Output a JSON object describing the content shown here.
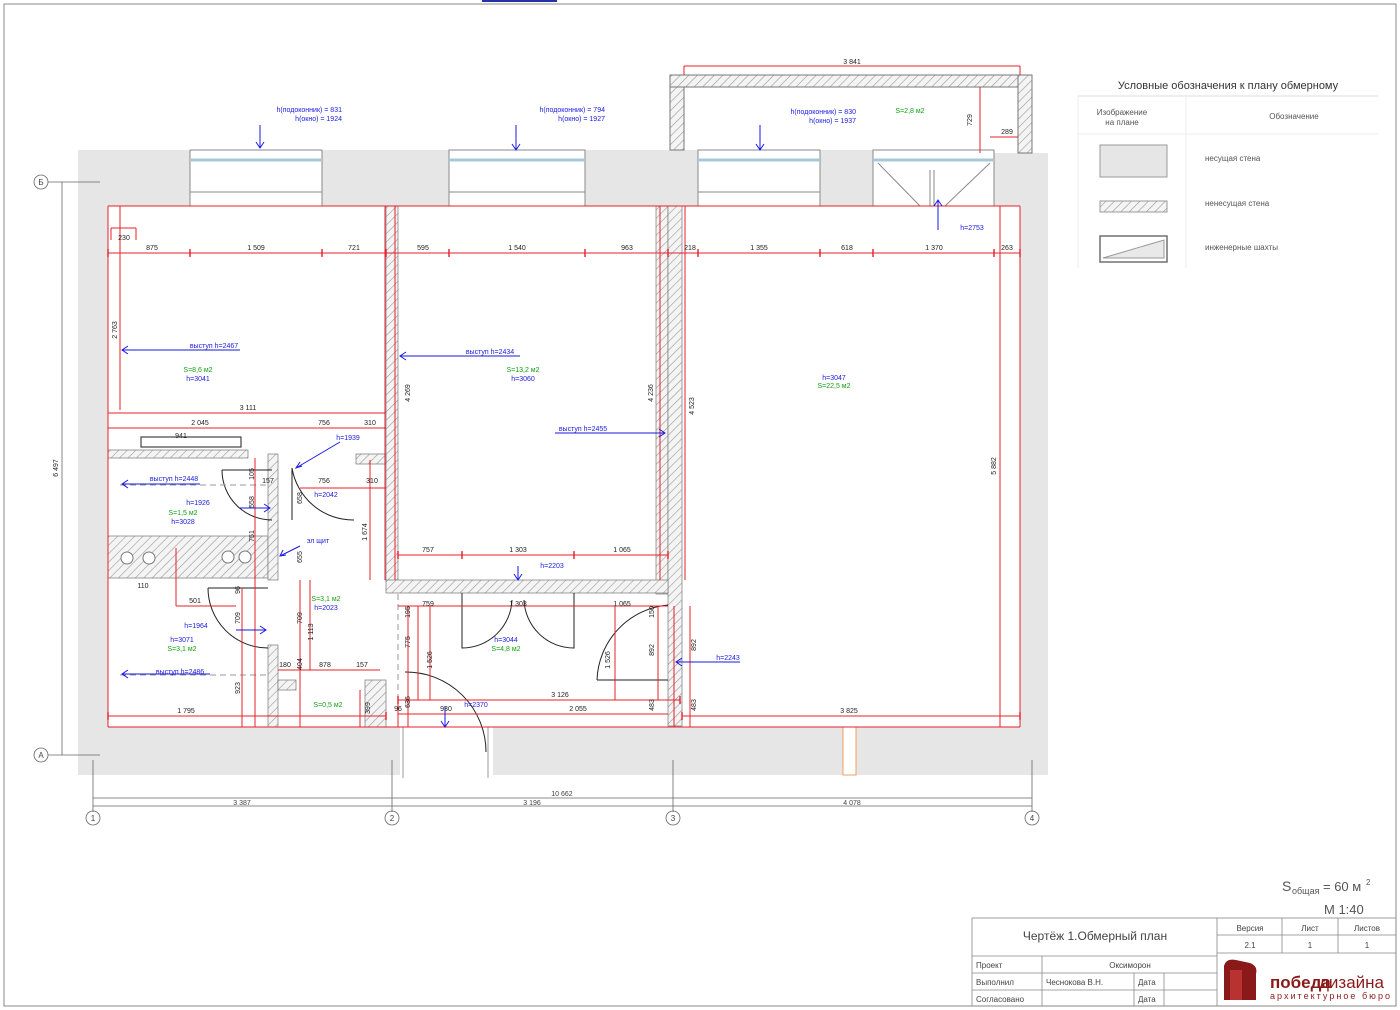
{
  "plan": {
    "top_dimensions": [
      "875",
      "1 509",
      "721",
      "595",
      "1 540",
      "963",
      "218",
      "1 355",
      "618",
      "1 370",
      "263"
    ],
    "balcony": {
      "width": "3 841",
      "depth": "729",
      "side": "289",
      "area": "S=2,8 м2",
      "height": "h=2753"
    },
    "windows": [
      {
        "sill": "h(подоконник) = 831",
        "window": "h(окно) = 1924"
      },
      {
        "sill": "h(подоконник) = 794",
        "window": "h(окно) = 1927"
      },
      {
        "sill": "h(подоконник) = 830",
        "window": "h(окно) = 1937"
      }
    ],
    "rooms": [
      {
        "area": "S=8,6 м2",
        "height": "h=3041"
      },
      {
        "area": "S=13,2 м2",
        "height": "h=3060"
      },
      {
        "area": "S=22,5 м2",
        "height": "h=3047"
      },
      {
        "area": "S=1,5 м2",
        "height": "h=3028"
      },
      {
        "area": "S=3,1 м2",
        "height": "h=3071"
      },
      {
        "area": "S=3,1 м2",
        "height": "h=2023"
      },
      {
        "area": "S=4,8 м2",
        "height": "h=3044"
      },
      {
        "area": "S=0,5 м2",
        "height": ""
      }
    ],
    "ledges": [
      "выступ h=2467",
      "выступ h=2434",
      "выступ h=2455",
      "выступ h=2448",
      "выступ h=2486"
    ],
    "heights": [
      "h=1939",
      "h=2042",
      "h=1926",
      "h=1964",
      "h=2203",
      "h=2243",
      "h=2370"
    ],
    "electrical_panel": "эл щит",
    "inner_dimensions": {
      "d3111": "3 111",
      "d2045": "2 045",
      "d756a": "756",
      "d310a": "310",
      "d941": "941",
      "d157a": "157",
      "d756b": "756",
      "d310b": "310",
      "d230": "230",
      "d2763": "2 763",
      "d4269": "4 269",
      "d4236": "4 236",
      "d4523": "4 523",
      "d5882": "5 882",
      "d757": "757",
      "d1303a": "1 303",
      "d1065a": "1 065",
      "d759": "759",
      "d1303b": "1 303",
      "d1065b": "1 065",
      "d501": "501",
      "d110": "110",
      "d3126": "3 126",
      "d1795": "1 795",
      "d2055": "2 055",
      "d3825": "3 825",
      "d180": "180",
      "d878": "878",
      "d157b": "157",
      "d930": "930",
      "d1674": "1 674",
      "d1526a": "1 526",
      "d1526b": "1 526",
      "d892a": "892",
      "d892b": "892",
      "d775": "775",
      "d636": "636",
      "d399": "399",
      "d96": "96",
      "d483a": "483",
      "d483b": "483",
      "d923": "923",
      "d709a": "709",
      "d709b": "709",
      "d1113": "1 113",
      "d404": "404",
      "d658": "658",
      "d655": "655",
      "d558": "558",
      "d105": "105",
      "d751": "751",
      "d96b": "96",
      "d195": "195",
      "d150": "150"
    },
    "overall": {
      "height": "6 497",
      "width": "10 662",
      "spans": [
        "3 387",
        "3 196",
        "4 078"
      ]
    },
    "axes_letters": [
      "Б",
      "А"
    ],
    "axes_numbers": [
      "1",
      "2",
      "3",
      "4"
    ]
  },
  "legend": {
    "title": "Условные обозначения к плану обмерному",
    "col_image": "Изображение на плане",
    "col_meaning": "Обозначение",
    "items": [
      {
        "icon": "load-bearing-wall-icon",
        "label": "несущая стена"
      },
      {
        "icon": "non-load-bearing-wall-icon",
        "label": "ненесущая стена"
      },
      {
        "icon": "engineering-shaft-icon",
        "label": "инженерные шахты"
      }
    ]
  },
  "summary": {
    "total_area_prefix": "S",
    "total_area_sub": "общая",
    "total_area_value": "= 60 м",
    "total_area_sup": "2",
    "scale": "М 1:40"
  },
  "stamp": {
    "drawing_title": "Чертёж 1.Обмерный план",
    "version_label": "Версия",
    "version_value": "2.1",
    "sheet_label": "Лист",
    "sheet_value": "1",
    "sheets_label": "Листов",
    "sheets_value": "1",
    "project_label": "Проект",
    "project_value": "Оксиморон",
    "author_label": "Выполнил",
    "author_value": "Чеснокова В.Н.",
    "approved_label": "Согласовано",
    "date_label": "Дата",
    "company_name_part1": "победа",
    "company_name_part2": "дизайна",
    "company_tagline": "архитектурное бюро"
  },
  "colors": {
    "dim": "#e4202a",
    "note": "#1a1ae0",
    "area": "#11a011",
    "wall": "#e6e6e6",
    "line": "#555555"
  }
}
